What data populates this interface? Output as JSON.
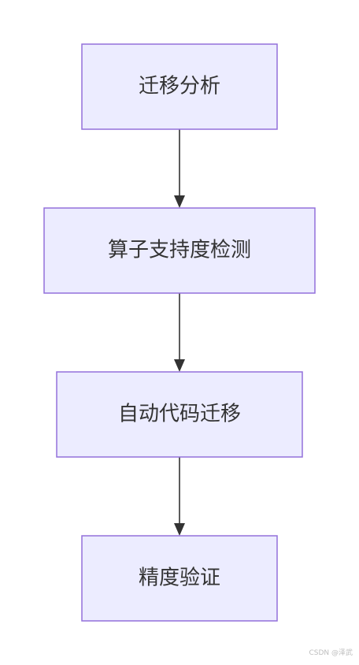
{
  "nodes": [
    {
      "id": "n1",
      "label": "迁移分析"
    },
    {
      "id": "n2",
      "label": "算子支持度检测"
    },
    {
      "id": "n3",
      "label": "自动代码迁移"
    },
    {
      "id": "n4",
      "label": "精度验证"
    }
  ],
  "edges": [
    {
      "from": "n1",
      "to": "n2"
    },
    {
      "from": "n2",
      "to": "n3"
    },
    {
      "from": "n3",
      "to": "n4"
    }
  ],
  "watermark": "CSDN @泽武"
}
